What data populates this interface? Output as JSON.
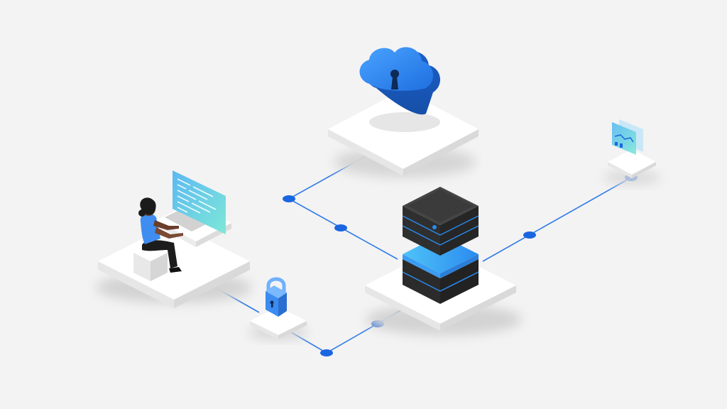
{
  "scene": {
    "background": "#f3f3f3",
    "accent": "#1f6fe5",
    "node_color": "#1a66e0",
    "line_color": "#2e7be8",
    "platform_top": "#ffffff",
    "platform_side": "#e4e4e4",
    "nodes": [
      {
        "name": "cloud-platform",
        "icon": "cloud-lock-icon"
      },
      {
        "name": "server-platform",
        "icon": "server-stack-icon"
      },
      {
        "name": "workstation-platform",
        "icon": "developer-at-desk-icon"
      },
      {
        "name": "security-platform",
        "icon": "padlock-icon"
      },
      {
        "name": "monitor-platform",
        "icon": "dashboard-panel-icon"
      }
    ],
    "connections": [
      {
        "from": "cloud-platform",
        "to": "server-platform",
        "midpoints": 2
      },
      {
        "from": "workstation-platform",
        "to": "security-platform",
        "midpoints": 0
      },
      {
        "from": "security-platform",
        "to": "server-platform",
        "midpoints": 2
      },
      {
        "from": "monitor-platform",
        "to": "server-platform",
        "midpoints": 1
      }
    ]
  }
}
